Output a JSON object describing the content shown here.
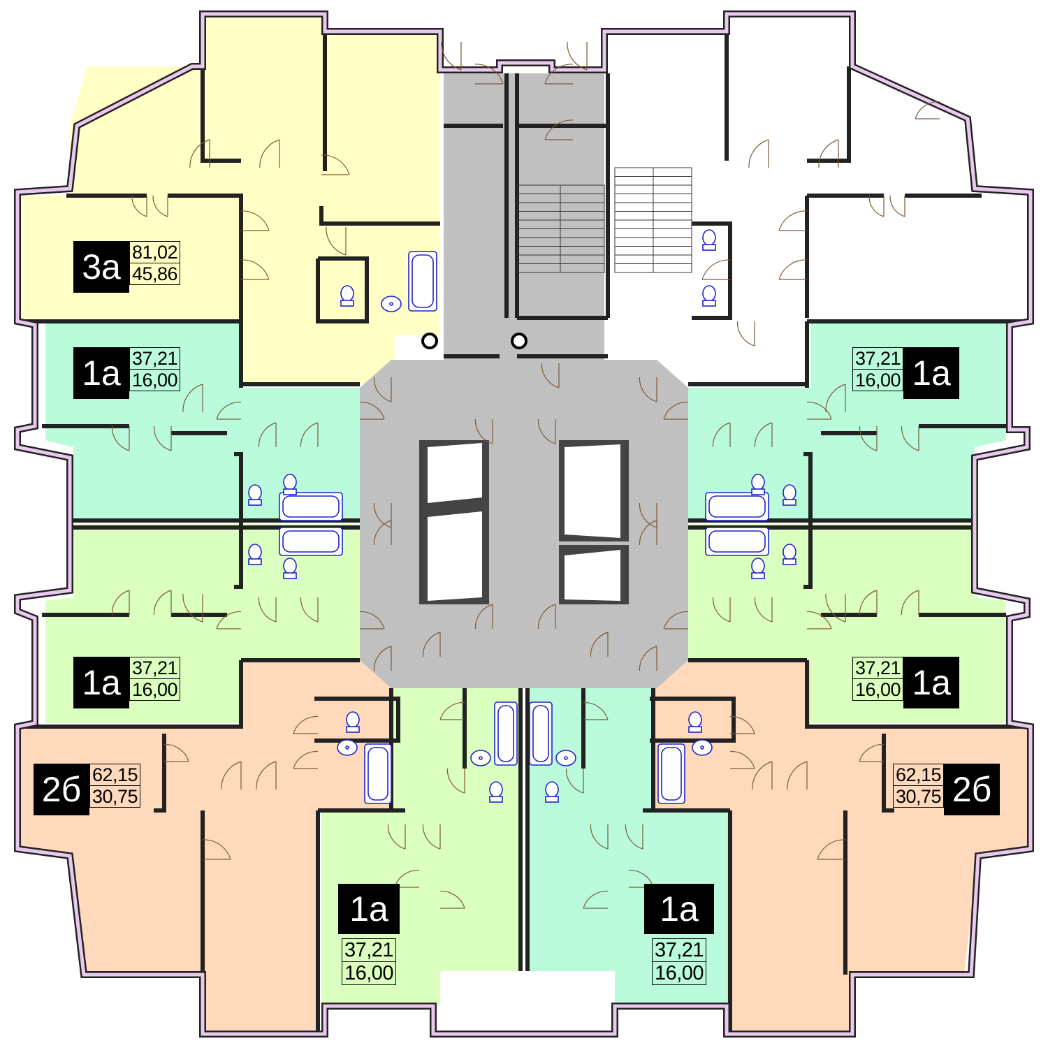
{
  "colors": {
    "apt_3a": "#ffffc6",
    "apt_1a_mint": "#b9fbdb",
    "apt_1a_lime": "#daffbf",
    "apt_2b": "#ffd9bc",
    "core": "#c0c0c0",
    "wall": "#222222",
    "outer_wall_fill": "#e9c9ee",
    "fixture": "#1f23c8"
  },
  "apartments": [
    {
      "id": "apt-3a",
      "code": "3а",
      "total_area": "81,02",
      "living_area": "45,86"
    },
    {
      "id": "apt-1a-left-upper",
      "code": "1а",
      "total_area": "37,21",
      "living_area": "16,00"
    },
    {
      "id": "apt-1a-right-upper",
      "code": "1а",
      "total_area": "37,21",
      "living_area": "16,00"
    },
    {
      "id": "apt-1a-left-lower",
      "code": "1а",
      "total_area": "37,21",
      "living_area": "16,00"
    },
    {
      "id": "apt-1a-right-lower",
      "code": "1а",
      "total_area": "37,21",
      "living_area": "16,00"
    },
    {
      "id": "apt-2b-left",
      "code": "2б",
      "total_area": "62,15",
      "living_area": "30,75"
    },
    {
      "id": "apt-2b-right",
      "code": "2б",
      "total_area": "62,15",
      "living_area": "30,75"
    },
    {
      "id": "apt-1a-bottom-left",
      "code": "1а",
      "total_area": "37,21",
      "living_area": "16,00"
    },
    {
      "id": "apt-1a-bottom-right",
      "code": "1а",
      "total_area": "37,21",
      "living_area": "16,00"
    }
  ]
}
